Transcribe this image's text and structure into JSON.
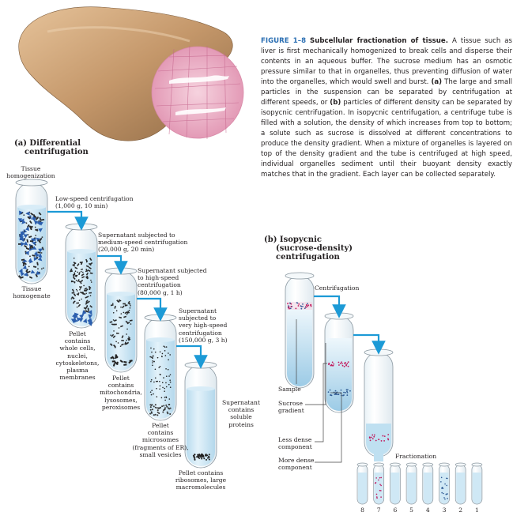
{
  "caption": {
    "label": "FIGURE 1–8",
    "title": "Subcellular fractionation of tissue.",
    "body_1": "A tissue such as liver is first mechanically homogenized to break cells and disperse their contents in an aqueous buffer. The sucrose medium has an osmotic pressure similar to that in organelles, thus preventing diffusion of water into the organelles, which would swell and burst.",
    "part_a": "(a)",
    "body_2": "The large and small particles in the suspension can be separated by centrifugation at different speeds, or",
    "part_b": "(b)",
    "body_3": "particles of different density can be separated by isopycnic centrifugation. In isopycnic centrifugation, a centrifuge tube is filled with a solution, the density of which increases from top to bottom; a solute such as sucrose is dissolved at different concentrations to produce the density gradient. When a mixture of organelles is layered on top of the density gradient and the tube is centrifuged at high speed, individual organelles sediment until their buoyant density exactly matches that in the gradient. Each layer can be collected separately."
  },
  "panel_a": {
    "heading_line1": "(a) Differential",
    "heading_line2": "centrifugation",
    "tissue_homogenization": [
      "Tissue",
      "homogenization"
    ],
    "tissue_homogenate": [
      "Tissue",
      "homogenate"
    ],
    "step1": [
      "Low-speed centrifugation",
      "(1,000 g, 10 min)"
    ],
    "step2": [
      "Supernatant subjected to",
      "medium-speed centrifugation",
      "(20,000 g, 20 min)"
    ],
    "step3": [
      "Supernatant subjected",
      "to high-speed",
      "centrifugation",
      "(80,000 g, 1 h)"
    ],
    "step4": [
      "Supernatant",
      "subjected to",
      "very high-speed",
      "centrifugation",
      "(150,000 g, 3 h)"
    ],
    "pellet1": [
      "Pellet",
      "contains",
      "whole cells,",
      "nuclei,",
      "cytoskeletons,",
      "plasma",
      "membranes"
    ],
    "pellet2": [
      "Pellet",
      "contains",
      "mitochondria,",
      "lysosomes,",
      "peroxisomes"
    ],
    "pellet3": [
      "Pellet",
      "contains",
      "microsomes",
      "(fragments of ER),",
      "small vesicles"
    ],
    "pellet4": [
      "Pellet contains",
      "ribosomes, large",
      "macromolecules"
    ],
    "supernatant_final": [
      "Supernatant",
      "contains",
      "soluble",
      "proteins"
    ]
  },
  "panel_b": {
    "heading": [
      "(b) Isopycnic",
      "(sucrose-density)",
      "centrifugation"
    ],
    "centrifugation": "Centrifugation",
    "sample": "Sample",
    "sucrose_gradient": [
      "Sucrose",
      "gradient"
    ],
    "less_dense": [
      "Less dense",
      "component"
    ],
    "more_dense": [
      "More dense",
      "component"
    ],
    "fractionation": "Fractionation",
    "fraction_numbers": [
      "8",
      "7",
      "6",
      "5",
      "4",
      "3",
      "2",
      "1"
    ]
  },
  "colors": {
    "arrow": "#1c9ad6",
    "liquid": "#cfe8f5",
    "tube_outline": "#7d8a94",
    "liver": "#b88a5e",
    "pink_cells": "#e8a7c0",
    "label_blue": "#2b6fb3"
  }
}
